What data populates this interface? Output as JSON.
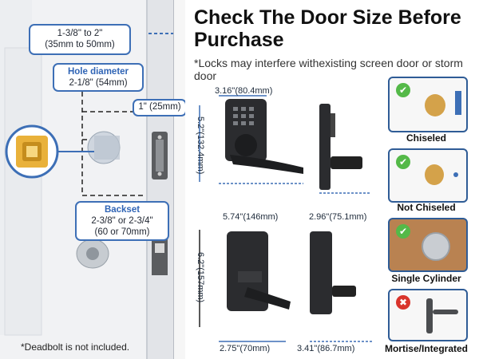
{
  "title": "Check The Door Size Before Purchase",
  "subtitle": "*Locks may interfere withexisting screen door or storm door",
  "door": {
    "thickness": "1-3/8\" to 2\"\n(35mm to 50mm)",
    "hole_title": "Hole diameter",
    "hole_value": "2-1/8\" (54mm)",
    "plate": "1\" (25mm)",
    "backset_title": "Backset",
    "backset_value": "2-3/8\" or 2-3/4\"\n(60 or 70mm)",
    "note": "*Deadbolt is not included."
  },
  "dimensions": {
    "front_width": "3.16\"(80.4mm)",
    "front_height": "5.2\"(132.4mm)",
    "lever_length": "5.74\"(146mm)",
    "side_depth": "2.96\"(75.1mm)",
    "back_height": "6.2\"(157mm)",
    "back_width": "2.75\"(70mm)",
    "back_depth": "3.41\"(86.7mm)"
  },
  "options": [
    {
      "label": "Chiseled",
      "status": "check"
    },
    {
      "label": "Not Chiseled",
      "status": "check"
    },
    {
      "label": "Single Cylinder",
      "status": "check"
    },
    {
      "label": "Mortise/Integrated",
      "status": "cross"
    }
  ],
  "colors": {
    "accent": "#3d6fb6",
    "ok": "#54b948",
    "bad": "#d9342b",
    "brass": "#e9b13a"
  }
}
